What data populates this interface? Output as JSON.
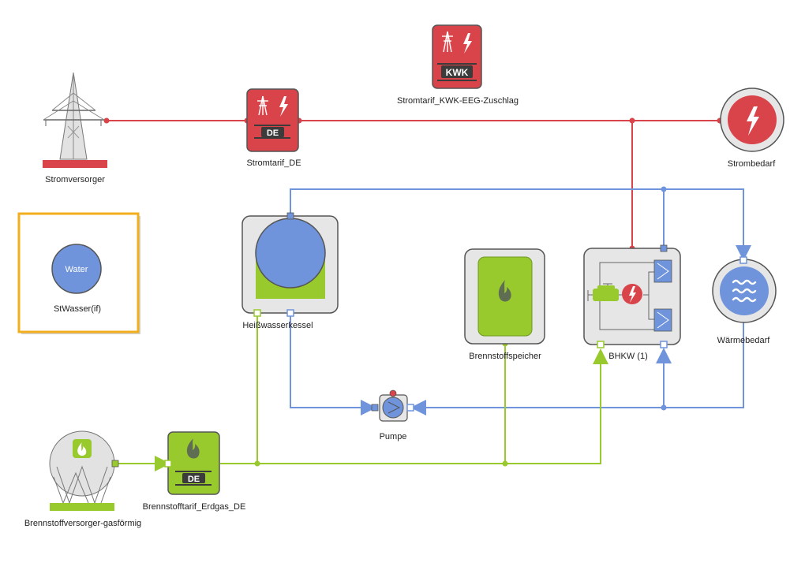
{
  "components": {
    "stromversorger": {
      "label": "Stromversorger"
    },
    "stromtarif_de": {
      "label": "Stromtarif_DE",
      "badge": "DE"
    },
    "stromtarif_kwk": {
      "label": "Stromtarif_KWK-EEG-Zuschlag",
      "badge": "KWK"
    },
    "strombedarf": {
      "label": "Strombedarf"
    },
    "stwasser": {
      "label": "StWasser(if)",
      "inner": "Water"
    },
    "heisswasserkessel": {
      "label": "Heißwasserkessel"
    },
    "brennstoffspeicher": {
      "label": "Brennstoffspeicher"
    },
    "bhkw": {
      "label": "BHKW (1)"
    },
    "waermebedarf": {
      "label": "Wärmebedarf"
    },
    "pumpe": {
      "label": "Pumpe"
    },
    "brennstofftarif": {
      "label": "Brennstofftarif_Erdgas_DE",
      "badge": "DE"
    },
    "brennstoffversorger": {
      "label": "Brennstoffversorger-gasförmig"
    }
  },
  "colors": {
    "electric": "#d9434a",
    "heat": "#6f94dc",
    "fuel": "#98c92d",
    "selection": "#f2ae1c",
    "node_bg": "#e6e6e6",
    "node_border": "#555555",
    "dark": "#3b3b3b"
  }
}
